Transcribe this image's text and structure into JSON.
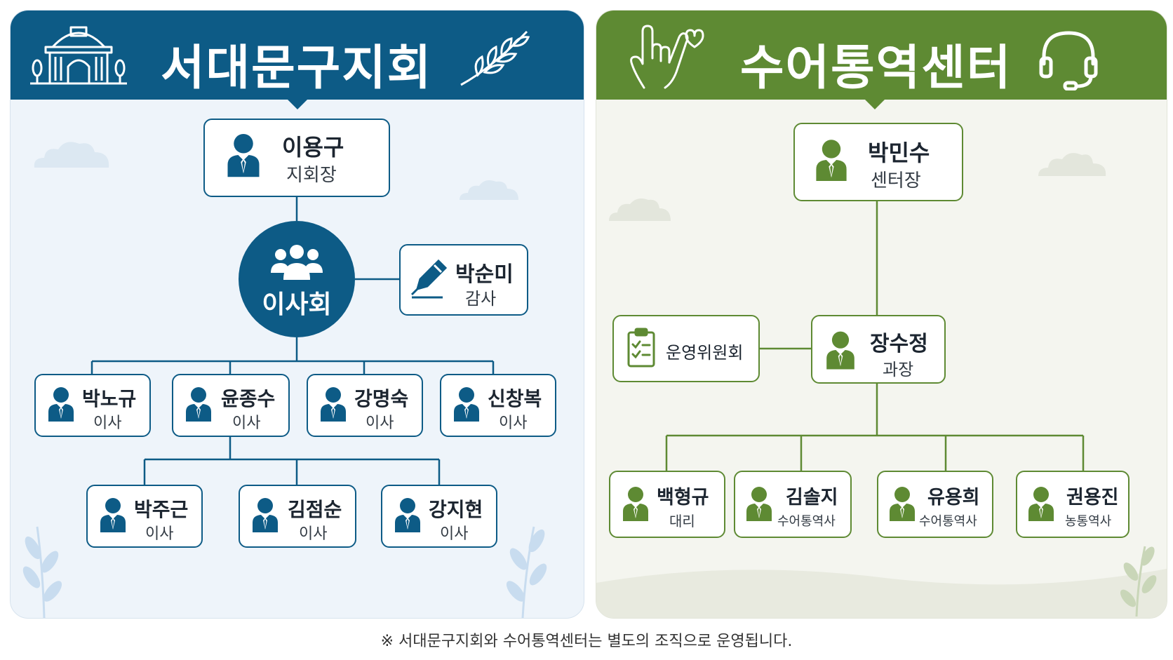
{
  "colors": {
    "left_accent": "#0d5b86",
    "right_accent": "#5e8a33"
  },
  "left": {
    "title": "서대문구지회",
    "icons": [
      "building-icon",
      "leaf-branch-icon"
    ],
    "head": {
      "name": "이용구",
      "role": "지회장"
    },
    "board": {
      "label": "이사회",
      "icon": "group-icon"
    },
    "auditor": {
      "name": "박순미",
      "role": "감사",
      "icon": "pen-icon"
    },
    "directors_row1": [
      {
        "name": "박노규",
        "role": "이사"
      },
      {
        "name": "윤종수",
        "role": "이사"
      },
      {
        "name": "강명숙",
        "role": "이사"
      },
      {
        "name": "신창복",
        "role": "이사"
      }
    ],
    "directors_row2": [
      {
        "name": "박주근",
        "role": "이사"
      },
      {
        "name": "김점순",
        "role": "이사"
      },
      {
        "name": "강지현",
        "role": "이사"
      }
    ]
  },
  "right": {
    "title": "수어통역센터",
    "icons": [
      "sign-language-heart-icon",
      "headset-icon"
    ],
    "head": {
      "name": "박민수",
      "role": "센터장"
    },
    "committee": {
      "label": "운영위원회",
      "icon": "clipboard-icon"
    },
    "manager": {
      "name": "장수정",
      "role": "과장"
    },
    "staff": [
      {
        "name": "백형규",
        "role": "대리"
      },
      {
        "name": "김솔지",
        "role": "수어통역사"
      },
      {
        "name": "유용희",
        "role": "수어통역사"
      },
      {
        "name": "권용진",
        "role": "농통역사"
      }
    ]
  },
  "footnote": "※ 서대문구지회와 수어통역센터는 별도의 조직으로 운영됩니다."
}
